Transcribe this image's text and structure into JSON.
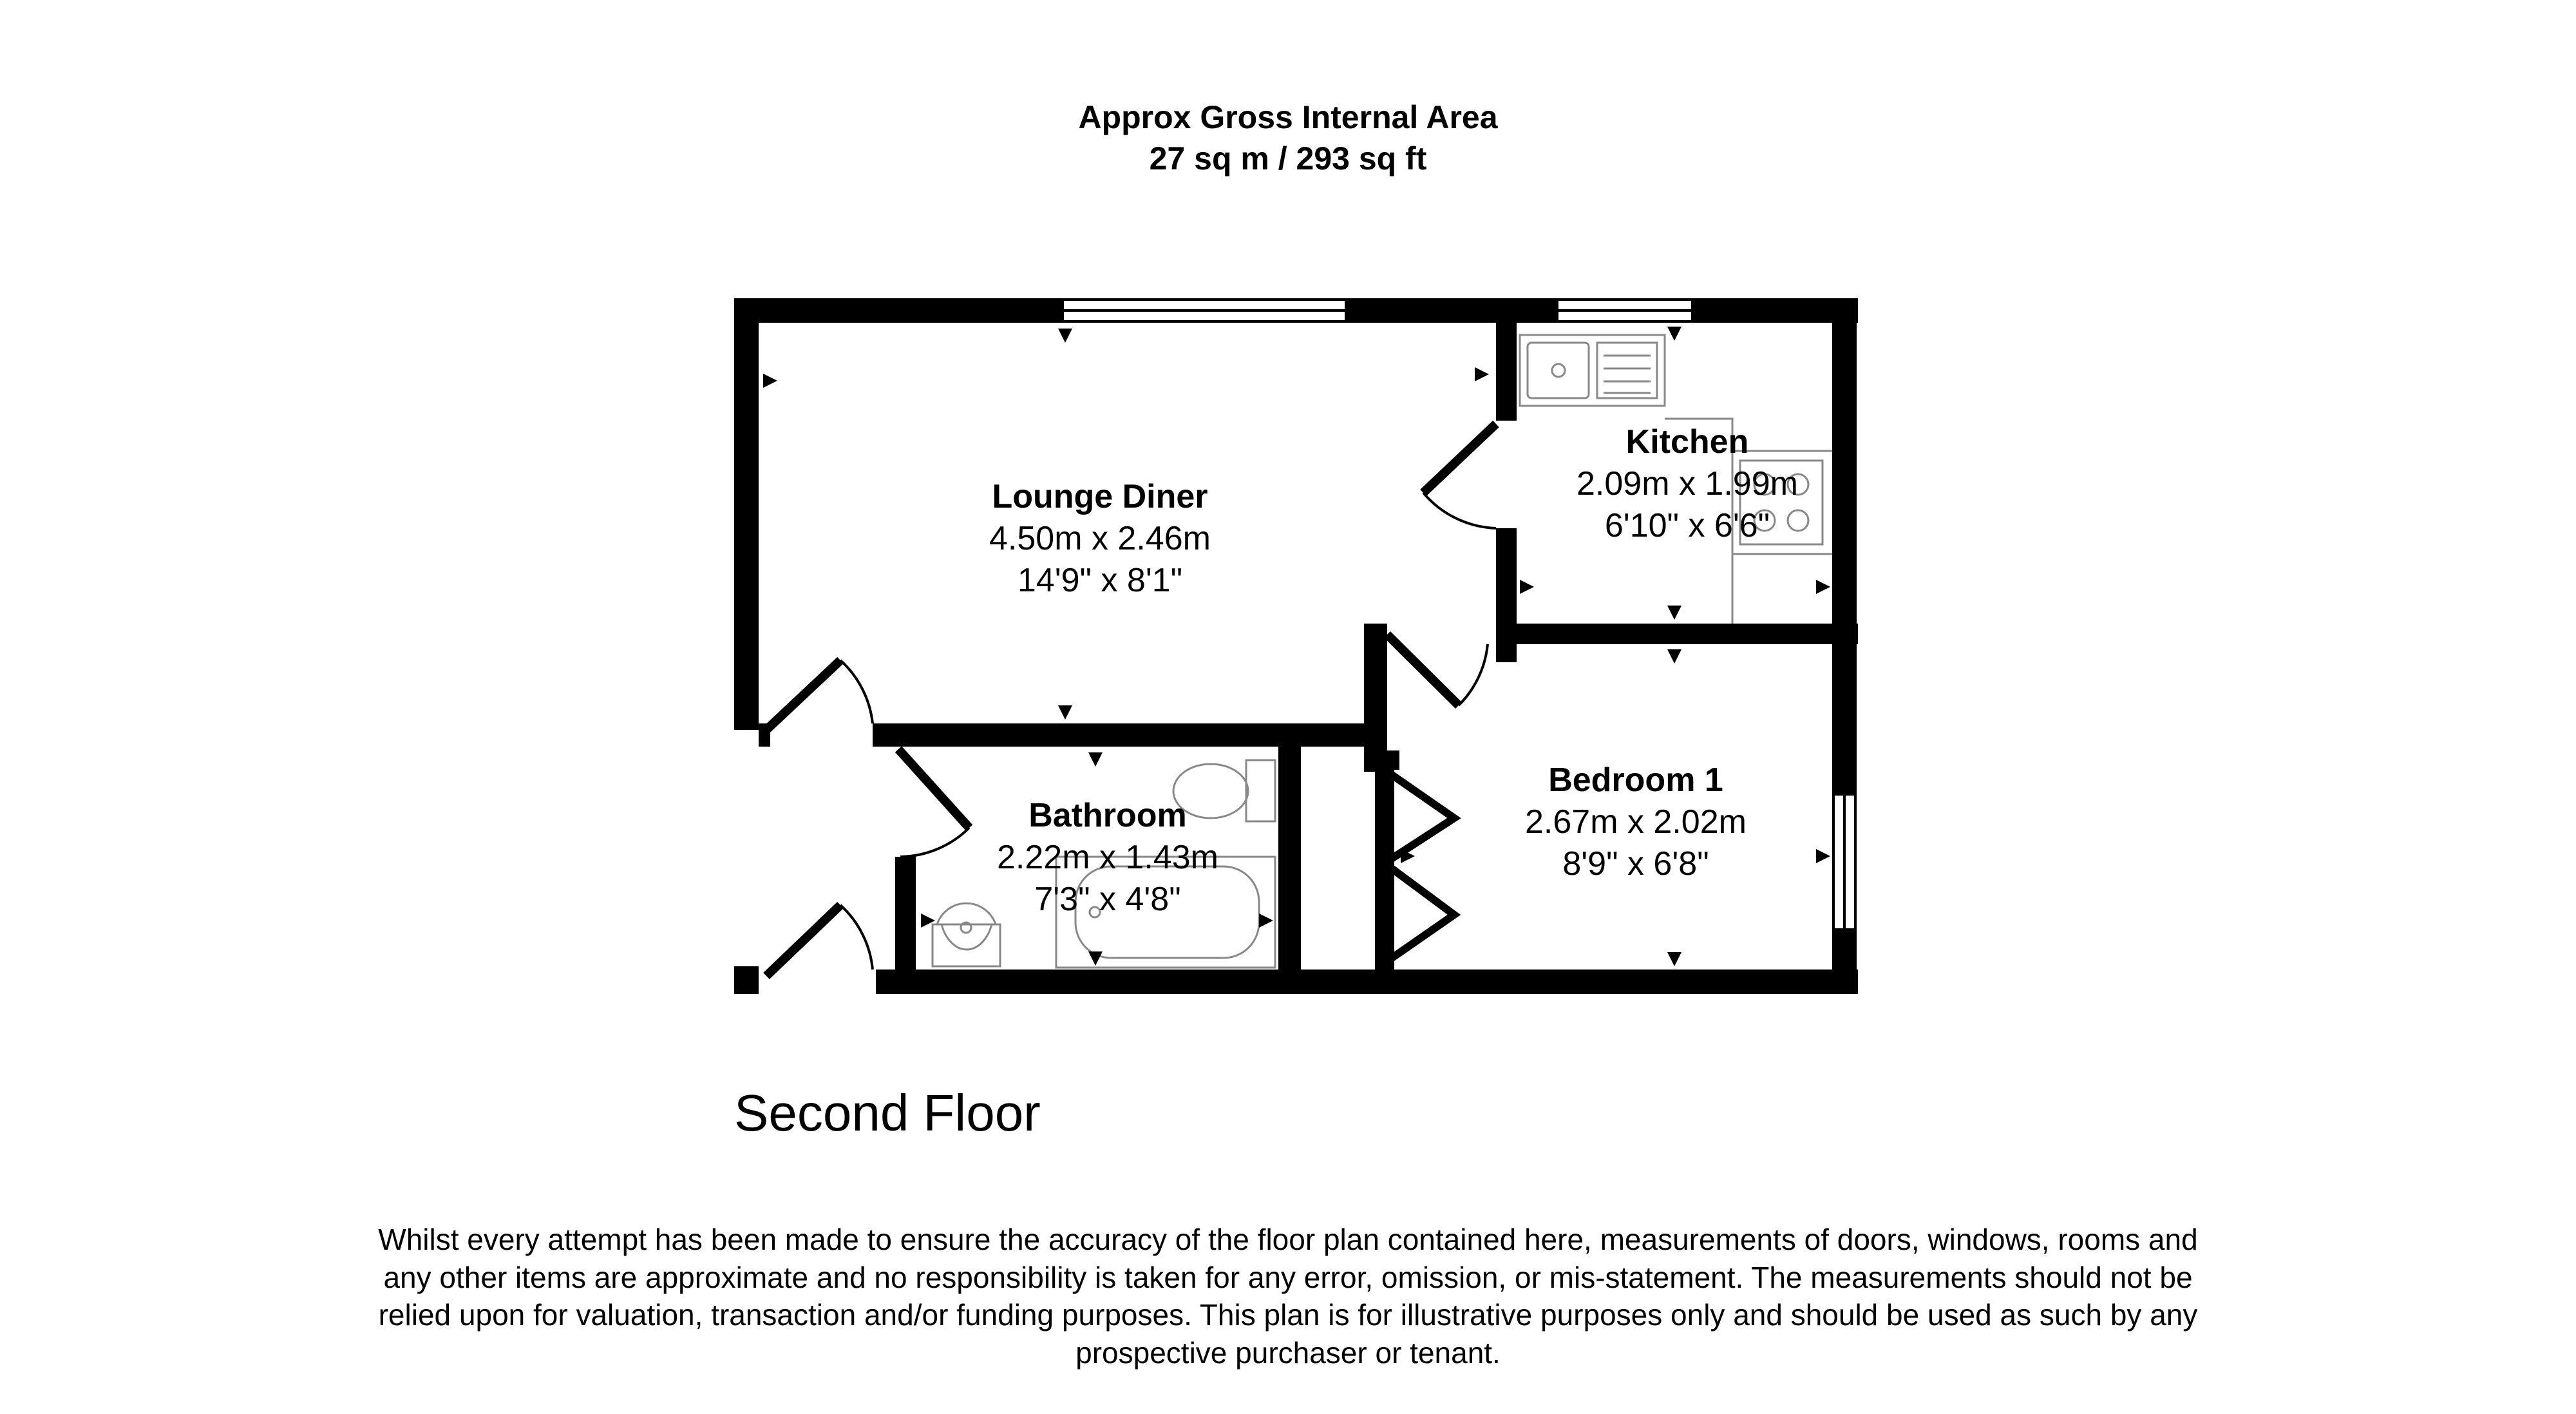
{
  "header": {
    "line1": "Approx Gross Internal Area",
    "line2": "27 sq m / 293 sq ft"
  },
  "rooms": {
    "lounge": {
      "name": "Lounge Diner",
      "metric": "4.50m x 2.46m",
      "imperial": "14'9\" x 8'1\""
    },
    "kitchen": {
      "name": "Kitchen",
      "metric": "2.09m x 1.99m",
      "imperial": "6'10\" x 6'6\""
    },
    "bathroom": {
      "name": "Bathroom",
      "metric": "2.22m x 1.43m",
      "imperial": "7'3\" x 4'8\""
    },
    "bedroom": {
      "name": "Bedroom 1",
      "metric": "2.67m x 2.02m",
      "imperial": "8'9\" x 6'8\""
    }
  },
  "floor_label": "Second Floor",
  "disclaimer": {
    "line1": "Whilst every attempt has been made to ensure the accuracy of the floor plan contained here, measurements of doors, windows, rooms and",
    "line2": "any other items are approximate and no responsibility is taken for any error, omission, or mis-statement. The measurements should not be",
    "line3": "relied upon for valuation, transaction and/or funding purposes. This plan is for illustrative purposes only and should be used as such by any",
    "line4": "prospective purchaser or tenant."
  },
  "colors": {
    "wall": "#000000",
    "fixture": "#888888",
    "background": "#ffffff"
  }
}
